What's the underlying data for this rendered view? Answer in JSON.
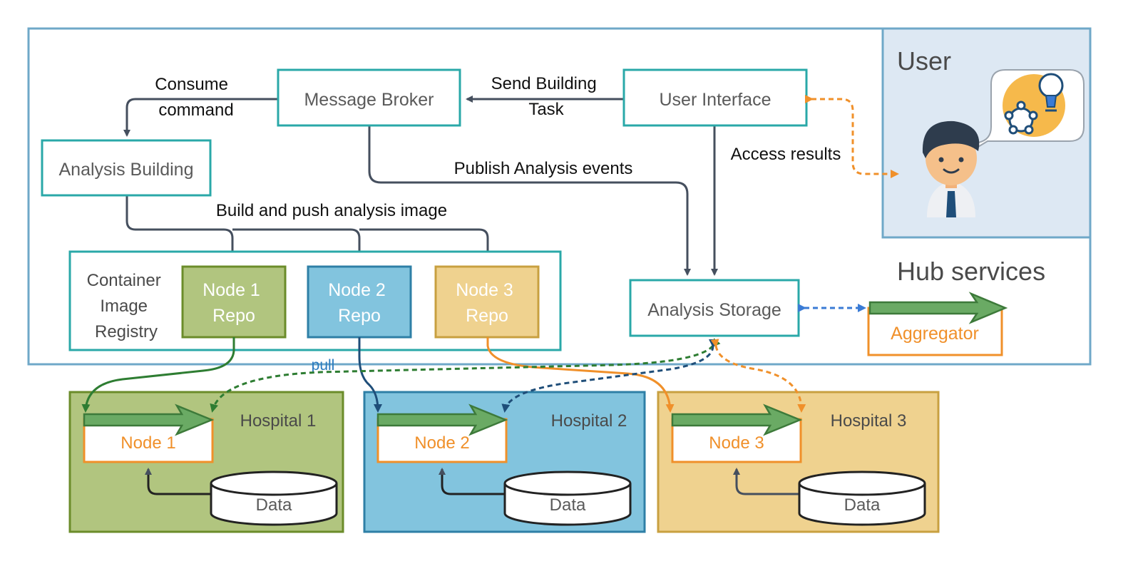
{
  "hub": {
    "title": "Hub services"
  },
  "user_panel": {
    "title": "User"
  },
  "components": {
    "message_broker": "Message Broker",
    "user_interface": "User Interface",
    "analysis_building": "Analysis Building",
    "analysis_storage": "Analysis Storage",
    "aggregator": "Aggregator"
  },
  "registry": {
    "label_lines": [
      "Container",
      "Image",
      "Registry"
    ],
    "repos": [
      {
        "lines": [
          "Node 1",
          "Repo"
        ]
      },
      {
        "lines": [
          "Node 2",
          "Repo"
        ]
      },
      {
        "lines": [
          "Node 3",
          "Repo"
        ]
      }
    ]
  },
  "hospitals": [
    {
      "title": "Hospital 1",
      "node": "Node 1",
      "data": "Data"
    },
    {
      "title": "Hospital 2",
      "node": "Node 2",
      "data": "Data"
    },
    {
      "title": "Hospital 3",
      "node": "Node 3",
      "data": "Data"
    }
  ],
  "edge_labels": {
    "consume_lines": [
      "Consume",
      "command"
    ],
    "send_task_lines": [
      "Send Building",
      "Task"
    ],
    "publish_events": "Publish Analysis events",
    "access_results": "Access results",
    "build_push": "Build and push analysis image",
    "pull": "pull"
  },
  "colors": {
    "frame": "#6fa8c8",
    "teal": "#2aa8a8",
    "arrow_dark": "#454f5e",
    "orange": "#f0902a",
    "green_fill": "#b1c57f",
    "green_border": "#6b8c2a",
    "blue_fill": "#82c4de",
    "blue_border": "#2e7fa6",
    "yellow_fill": "#efd28f",
    "yellow_border": "#c8a040",
    "pull_blue": "#2a7abf",
    "dash_green": "#2e7d32",
    "dash_navy": "#1f4e79",
    "dash_blue": "#3a7bd5",
    "arrow_green_fill": "#6aaa64",
    "arrow_green_stroke": "#3d7a3a",
    "user_panel_fill": "#dde8f3"
  },
  "icons": [
    "user-avatar-icon",
    "lightbulb-icon",
    "network-icon"
  ]
}
